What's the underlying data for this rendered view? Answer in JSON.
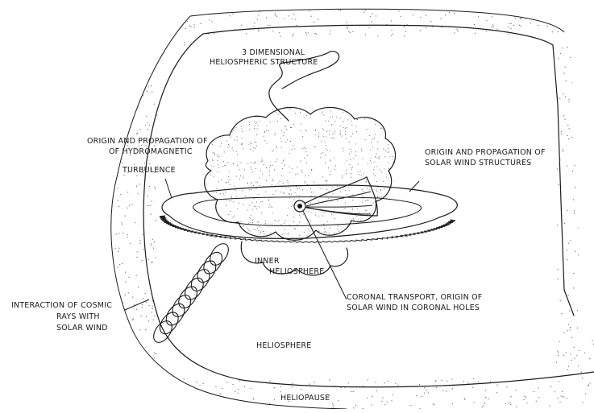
{
  "labels": {
    "structure_3d": [
      "3 DIMENSIONAL",
      "HELIOSPHERIC STRUCTURE"
    ],
    "hydromagnetic": [
      "ORIGIN AND PROPAGATION OF",
      "OF HYDROMAGNETIC",
      "TURBULENCE"
    ],
    "solar_wind_structures": [
      "ORIGIN AND PROPAGATION OF",
      "SOLAR WIND STRUCTURES"
    ],
    "inner_heliosphere": [
      "INNER",
      "HELIOSPHERE"
    ],
    "coronal_transport": [
      "CORONAL TRANSPORT, ORIGIN OF",
      "SOLAR WIND IN CORONAL HOLES"
    ],
    "cosmic_rays": [
      "INTERACTION OF COSMIC",
      "RAYS WITH",
      "SOLAR WIND"
    ],
    "heliosphere": "HELIOSPHERE",
    "heliopause": "HELIOPAUSE"
  },
  "colors": {
    "ink": "#1a1a1a",
    "paper": "#ffffff",
    "stipple": "#5a5a5a"
  }
}
